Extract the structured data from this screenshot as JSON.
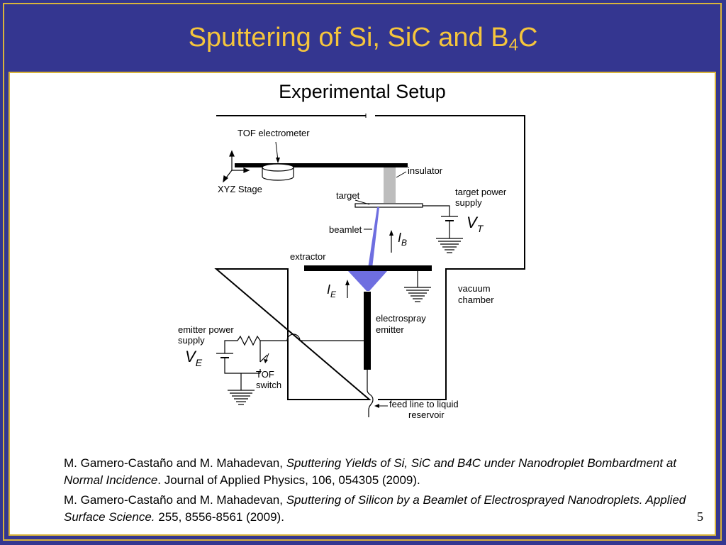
{
  "slide": {
    "title_main": "Sputtering of Si, SiC and B",
    "title_sub": "4",
    "title_end": "C",
    "subtitle": "Experimental Setup",
    "page_number": "5"
  },
  "diagram": {
    "tof_electrometer": "TOF electrometer",
    "xyz_stage": "XYZ Stage",
    "insulator": "insulator",
    "target": "target",
    "target_power_1": "target power",
    "target_power_2": "supply",
    "vt_v": "V",
    "vt_sub": "T",
    "beamlet": "beamlet",
    "ib_i": "I",
    "ib_sub": "B",
    "extractor": "extractor",
    "ie_i": "I",
    "ie_sub": "E",
    "vacuum_1": "vacuum",
    "vacuum_2": "chamber",
    "electrospray_1": "electrospray",
    "electrospray_2": "emitter",
    "emitter_power_1": "emitter power",
    "emitter_power_2": "supply",
    "ve_v": "V",
    "ve_sub": "E",
    "tof_switch_1": "TOF",
    "tof_switch_2": "switch",
    "feed_line_1": "feed line to liquid",
    "feed_line_2": "reservoir"
  },
  "references": [
    {
      "authors": "M. Gamero-Castaño and M. Mahadevan, ",
      "title": "Sputtering Yields of Si, SiC and B4C under Nanodroplet Bombardment at Normal Incidence",
      "journal": ". Journal of Applied Physics, 106, 054305 (2009)."
    },
    {
      "authors": "M. Gamero-Castaño and M. Mahadevan, ",
      "title": "Sputtering of Silicon by a Beamlet of Electrosprayed Nanodroplets.  Applied Surface Science.",
      "journal": " 255, 8556-8561 (2009)."
    }
  ],
  "colors": {
    "background": "#343690",
    "title": "#f5c53c",
    "border": "#d9b43a",
    "beam": "#6e6ee0",
    "insulator": "#bdbdbd"
  }
}
